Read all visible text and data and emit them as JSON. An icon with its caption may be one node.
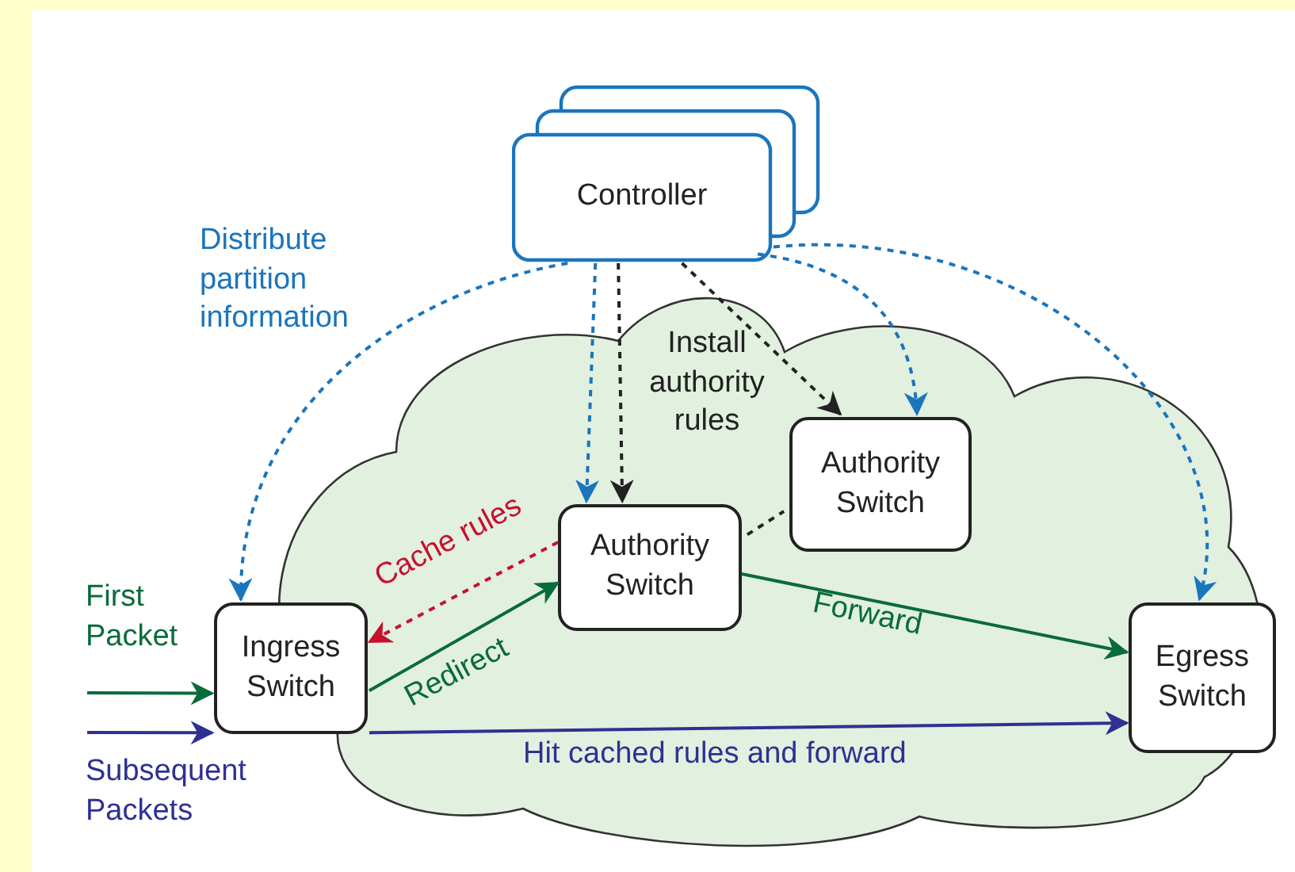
{
  "diagram": {
    "nodes": [
      {
        "text": [
          "Controller"
        ]
      },
      {
        "text": [],
        "shape": "cloud"
      },
      {
        "text": [
          "Authority Switch"
        ],
        "in": 1
      },
      {
        "text": [
          "Authority Switch"
        ],
        "in": 1
      },
      {
        "text": [
          "Ingress Switch"
        ]
      },
      {
        "text": [
          "Egress Switch"
        ]
      }
    ],
    "edges": [
      {
        "from": 0,
        "to": 4,
        "arrow": "to",
        "style": "dashed",
        "label": "Distribute partition information"
      },
      {
        "from": 0,
        "to": 2,
        "arrow": "to",
        "style": "dashed"
      },
      {
        "from": 0,
        "to": 3,
        "arrow": "to",
        "style": "dashed"
      },
      {
        "from": 0,
        "to": 5,
        "arrow": "to",
        "style": "dashed"
      },
      {
        "from": 0,
        "to": 2,
        "arrow": "to",
        "style": "dashed",
        "color": "#222222",
        "label": "Install authority rules"
      },
      {
        "from": 0,
        "to": 3,
        "arrow": "to",
        "style": "dashed",
        "color": "#222222"
      },
      {
        "from": 2,
        "to": 4,
        "arrow": "to",
        "style": "dashed",
        "color": "#c8102e",
        "label": "Cache rules"
      },
      {
        "from": 4,
        "to": 2,
        "arrow": "to",
        "color": "#0a6b3a",
        "label": "Redirect"
      },
      {
        "from": 2,
        "to": 5,
        "arrow": "to",
        "color": "#0a6b3a",
        "label": "Forward"
      },
      {
        "from": 4,
        "to": 5,
        "arrow": "to",
        "color": "#2e3192",
        "label": "Hit cached rules and forward"
      },
      {
        "from": null,
        "to": 4,
        "arrow": "to",
        "color": "#0a6b3a",
        "label": "First Packet"
      },
      {
        "from": null,
        "to": 4,
        "arrow": "to",
        "color": "#2e3192",
        "label": "Subsequent Packets"
      },
      {
        "from": 2,
        "to": 3,
        "arrow": "none",
        "style": "dashed",
        "color": "#222222"
      }
    ]
  }
}
